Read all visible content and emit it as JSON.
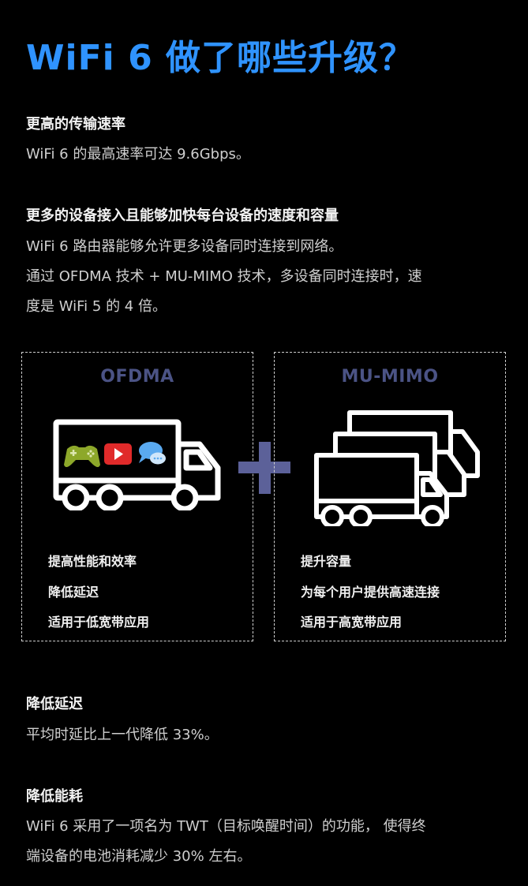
{
  "title": "WiFi 6 做了哪些升级？",
  "colors": {
    "title": "#2f93ff",
    "box_title": "#4b5385",
    "plus": "#5c6199",
    "background": "#000000"
  },
  "sections": [
    {
      "heading": "更高的传输速率",
      "lines": [
        "WiFi 6 的最高速率可达 9.6Gbps。"
      ]
    },
    {
      "heading": "更多的设备接入且能够加快每台设备的速度和容量",
      "lines": [
        "WiFi 6 路由器能够允许更多设备同时连接到网络。",
        "通过 OFDMA 技术 + MU-MIMO 技术，多设备同时连接时，速",
        "度是 WiFi 5 的 4 倍。"
      ]
    },
    {
      "heading": "降低延迟",
      "lines": [
        "平均时延比上一代降低 33%。"
      ]
    },
    {
      "heading": "降低能耗",
      "lines": [
        "WiFi 6 采用了一项名为 TWT（目标唤醒时间）的功能， 使得终",
        "端设备的电池消耗减少 30% 左右。"
      ]
    }
  ],
  "comparison": {
    "plus_icon": "plus-icon",
    "left": {
      "title": "OFDMA",
      "icon": "single-truck-with-apps-icon",
      "cargo_icons": [
        "gamepad-icon",
        "video-play-icon",
        "chat-bubble-icon"
      ],
      "items": [
        "提高性能和效率",
        "降低延迟",
        "适用于低宽带应用"
      ]
    },
    "right": {
      "title": "MU-MIMO",
      "icon": "multiple-trucks-icon",
      "items": [
        "提升容量",
        "为每个用户提供高速连接",
        "适用于高宽带应用"
      ]
    }
  }
}
